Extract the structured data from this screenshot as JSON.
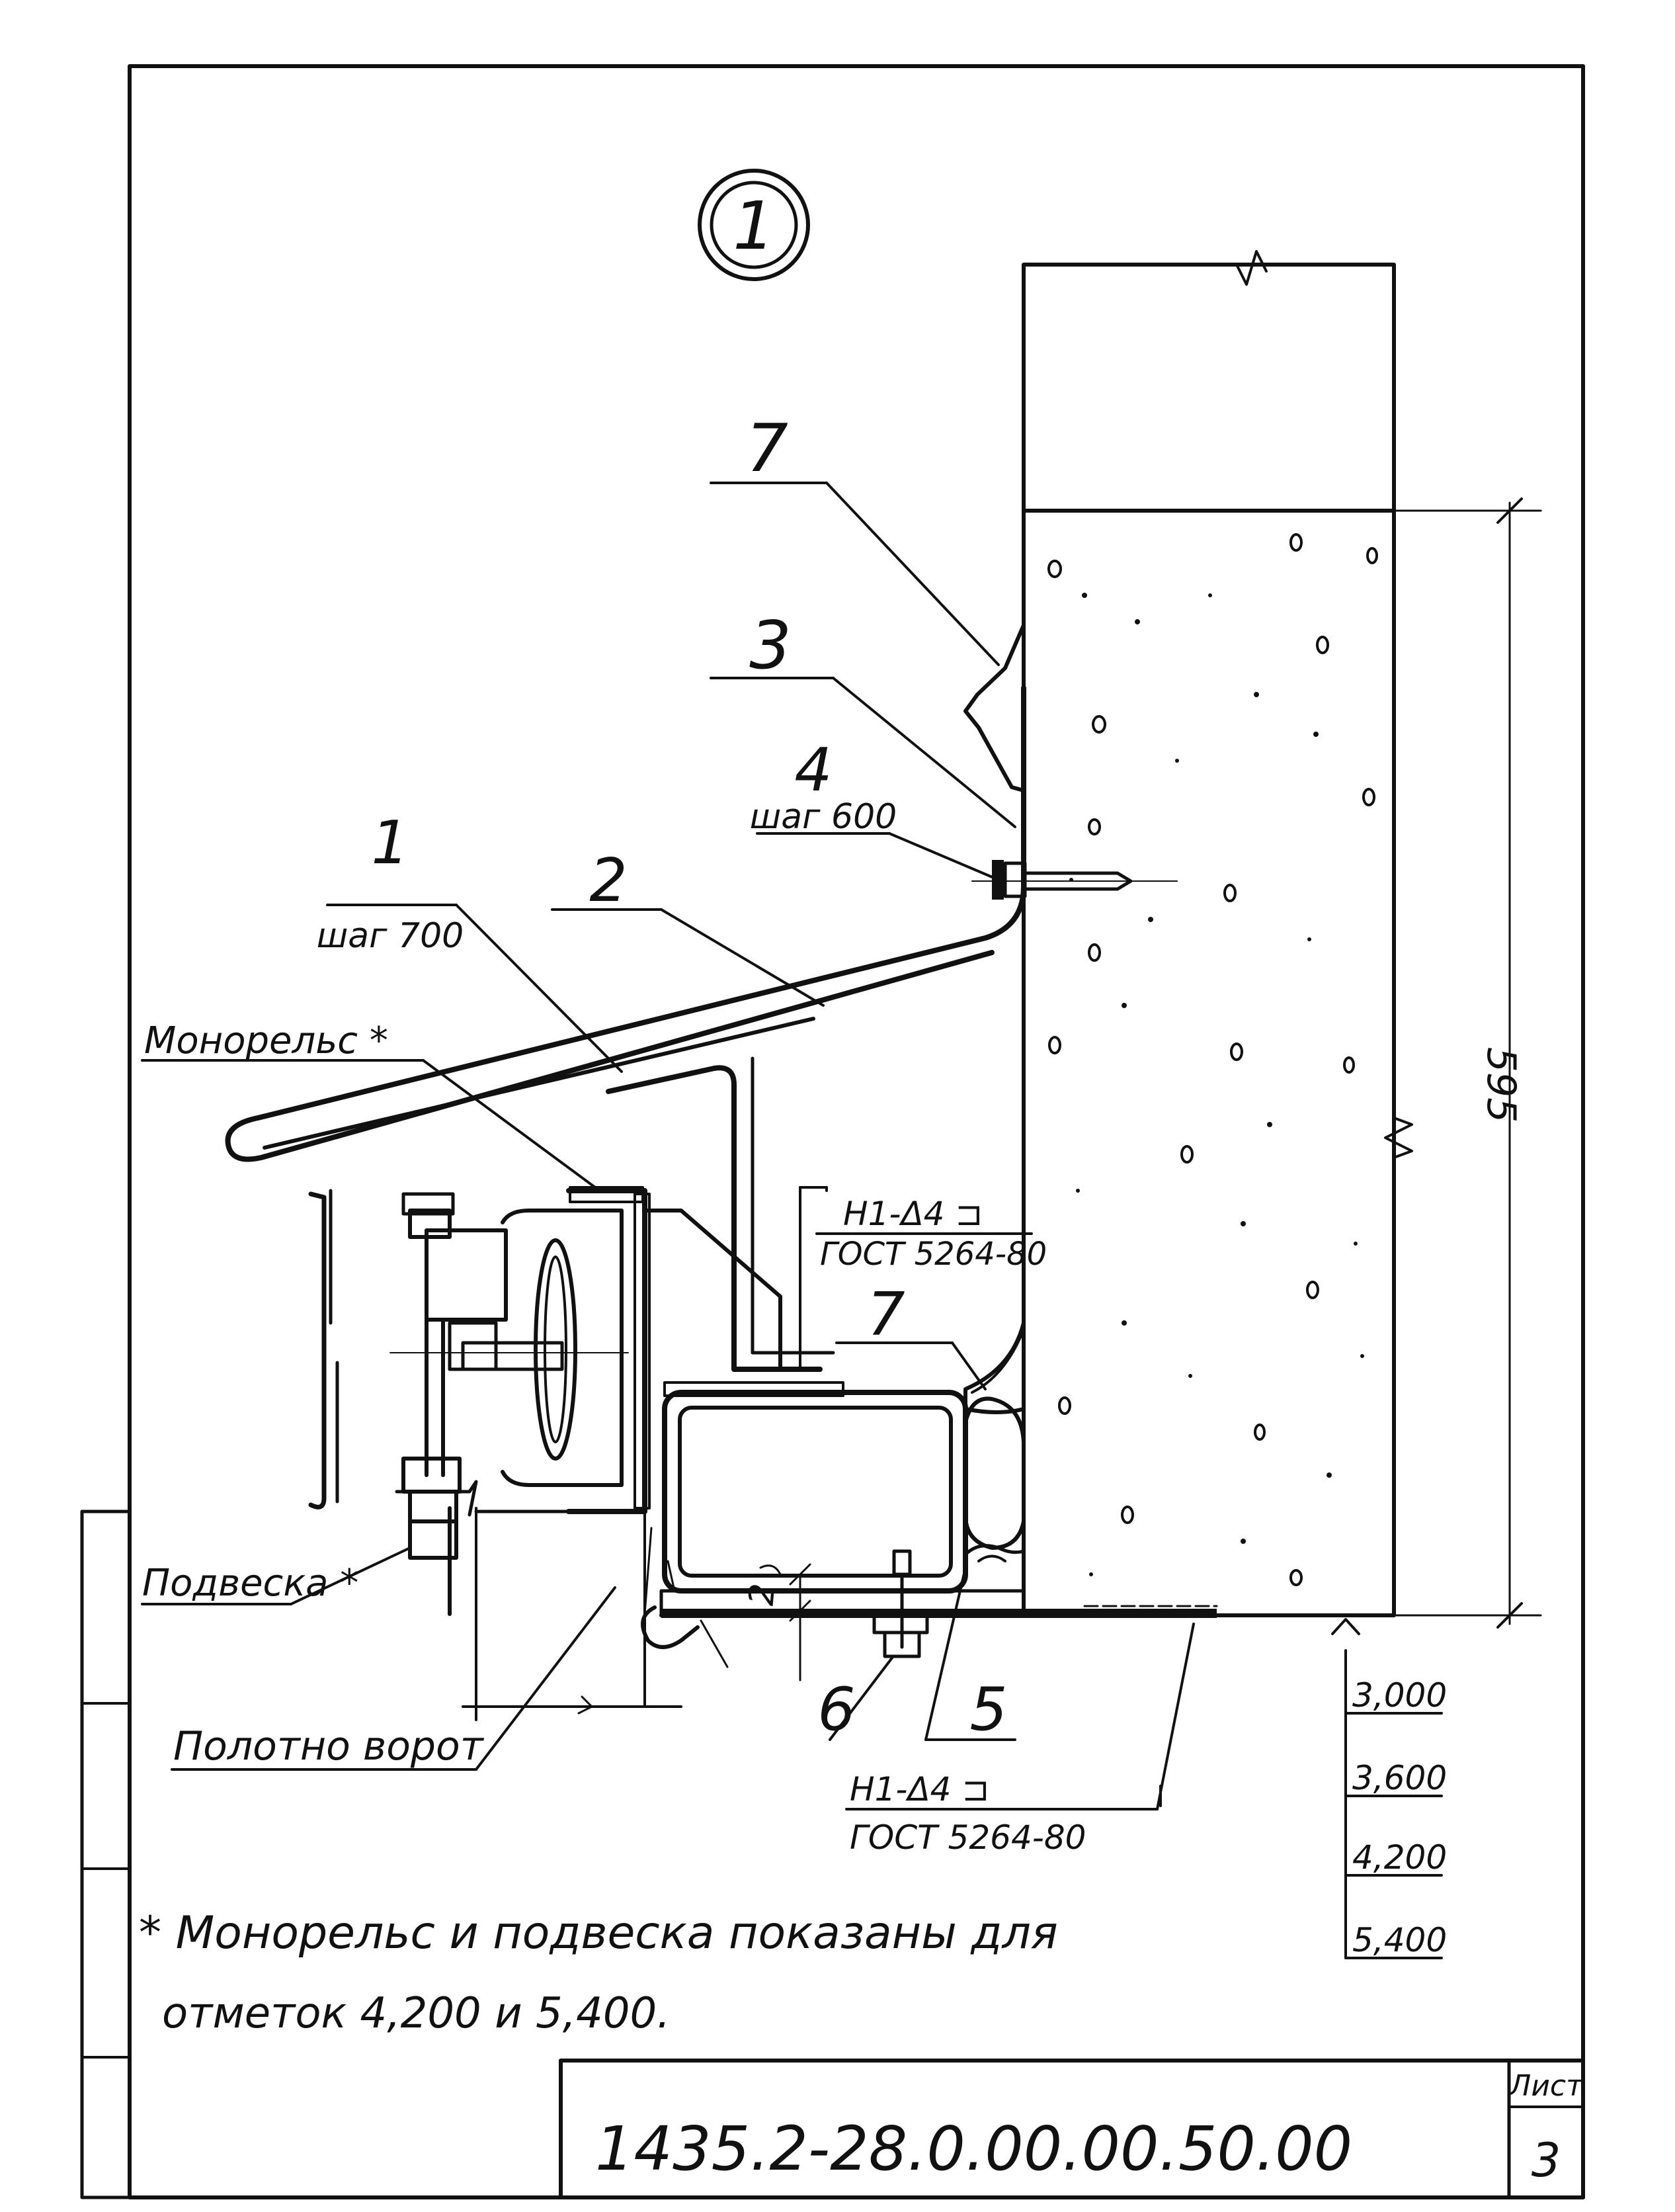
{
  "detail_mark": "1",
  "callouts": {
    "c7_top": "7",
    "c3": "3",
    "c4": "4",
    "c4_step": "шаг 600",
    "c1": "1",
    "c1_step": "шаг 700",
    "c2": "2",
    "monorail": "Монорельс *",
    "weld_top": "Н1-Δ4 ⊐",
    "gost_top": "ГОСТ 5264-80",
    "c7_mid": "7",
    "suspension": "Подвеска *",
    "gate_leaf": "Полотно ворот",
    "c6": "6",
    "c5": "5",
    "weld_bottom": "Н1-Δ4 ⊐",
    "gost_bottom": "ГОСТ 5264-80"
  },
  "dimensions": {
    "height": "595",
    "gap": "2"
  },
  "elevations": [
    "3,000",
    "3,600",
    "4,200",
    "5,400"
  ],
  "note": {
    "line1": "* Монорельс и подвеска показаны для",
    "line2": "отметок 4,200 и 5,400."
  },
  "title_block": {
    "code": "1435.2-28.0.00.00.50.00",
    "sheet_label": "Лист",
    "sheet_number": "3"
  }
}
